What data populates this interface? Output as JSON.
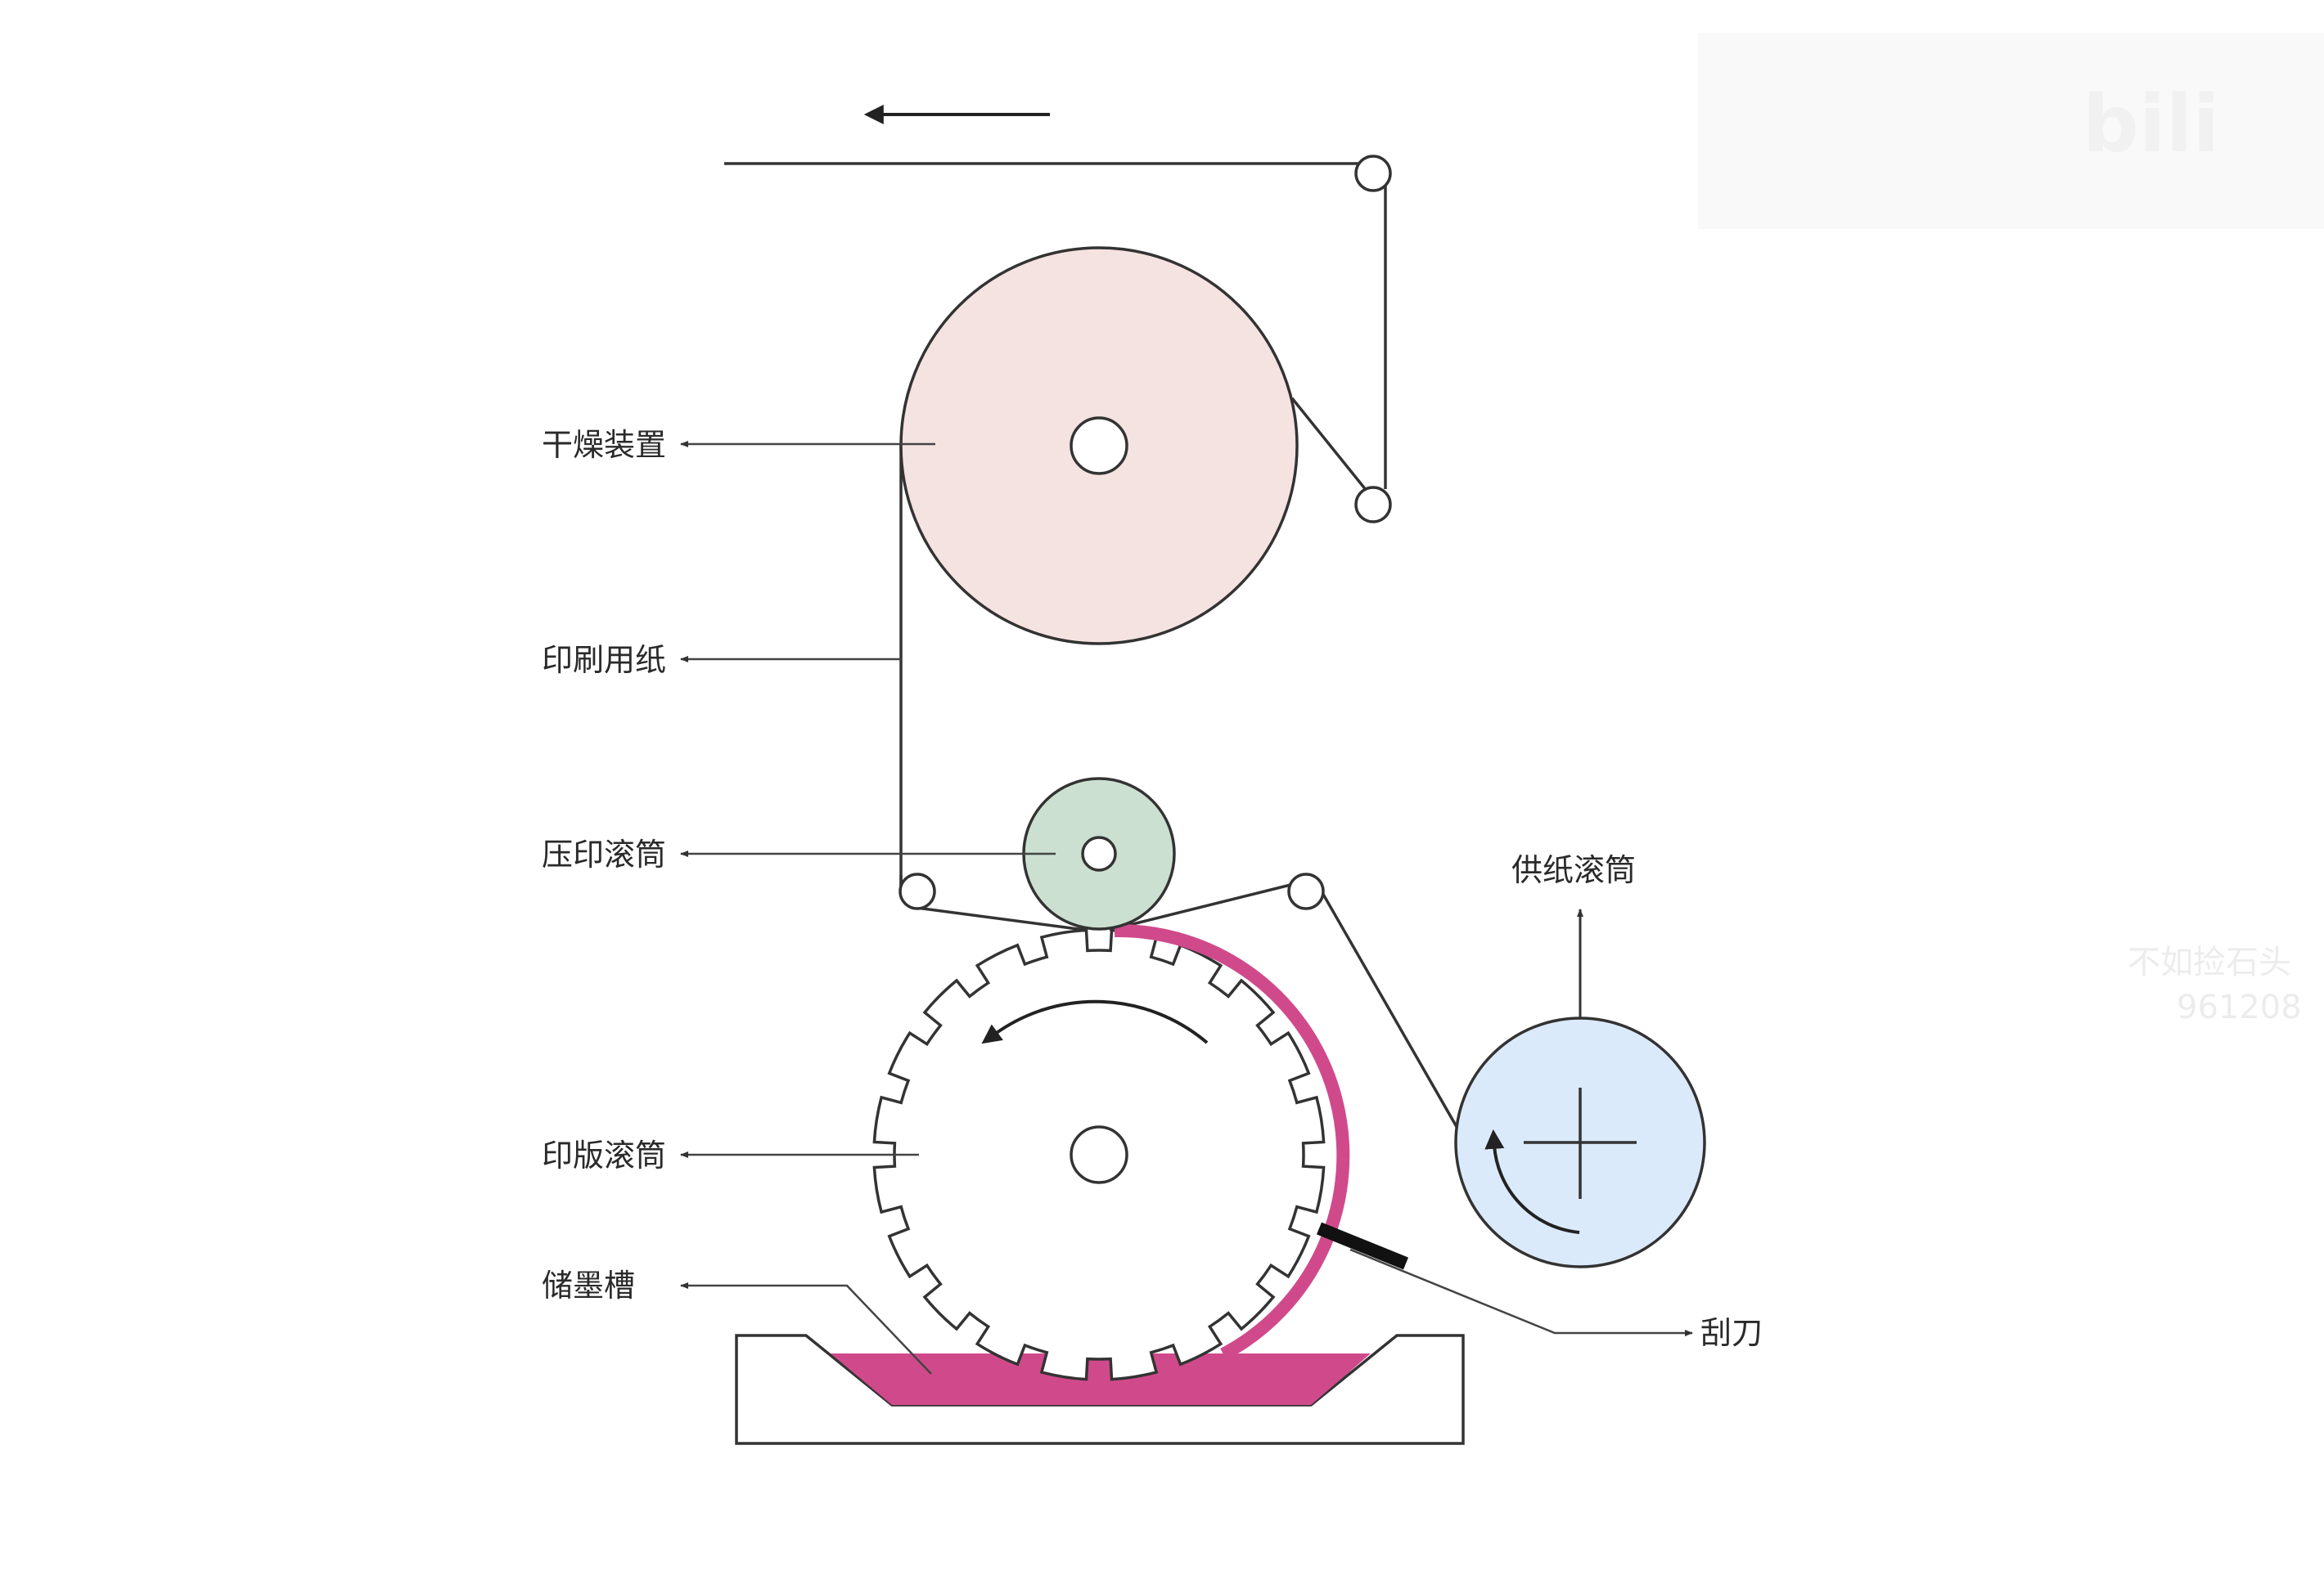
{
  "labels": {
    "dryer": "干燥装置",
    "paper": "印刷用纸",
    "impression_cylinder": "压印滚筒",
    "plate_cylinder": "印版滚筒",
    "ink_tank": "储墨槽",
    "feed_roller": "供纸滚筒",
    "doctor_blade": "刮刀"
  },
  "watermark": {
    "line1": "不如捡石头",
    "line2": "961208"
  },
  "colors": {
    "dryer_fill": "#f5e3e1",
    "impression_fill": "#cbe0d0",
    "feed_fill": "#dbeafb",
    "ink": "#d04a8b",
    "stroke": "#333333"
  }
}
